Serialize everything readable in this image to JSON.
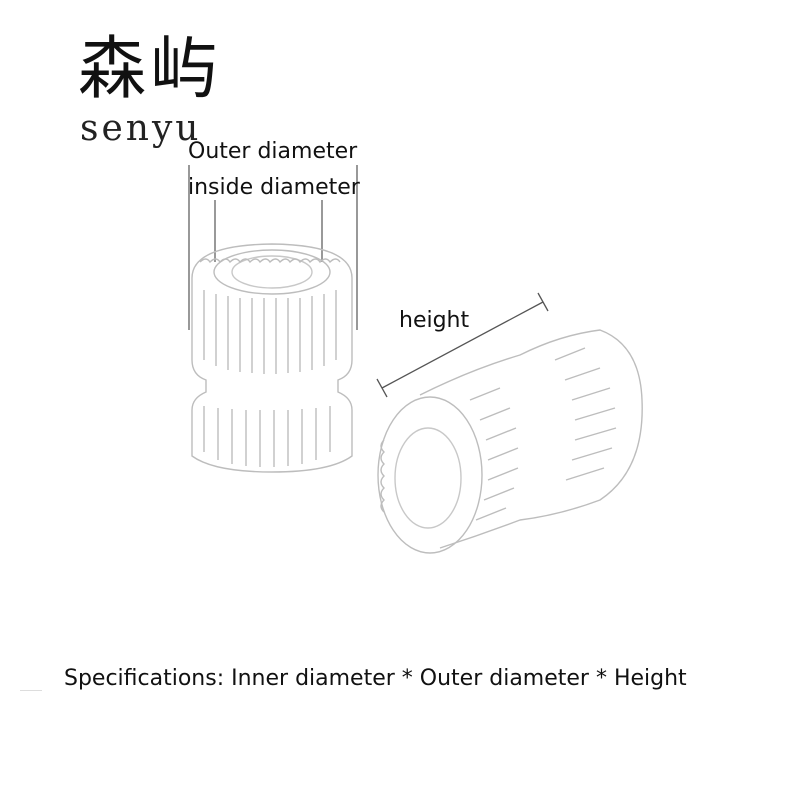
{
  "logo": {
    "chinese": "森屿",
    "latin": "senyu"
  },
  "labels": {
    "outer_diameter": "Outer diameter",
    "inside_diameter": "inside diameter",
    "height": "height"
  },
  "specifications": "Specifications: Inner diameter * Outer diameter * Height",
  "colors": {
    "line": "#444444",
    "sketch": "#b5b5b5",
    "text": "#111111"
  }
}
